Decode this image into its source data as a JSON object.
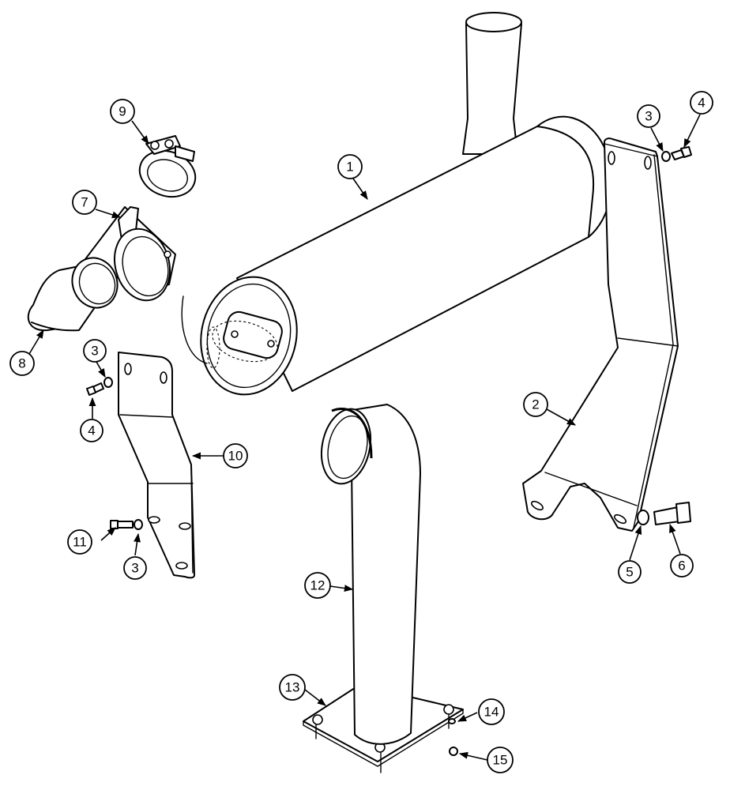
{
  "callouts": {
    "c1": "1",
    "c2": "2",
    "c3a": "3",
    "c3b": "3",
    "c3c": "3",
    "c4a": "4",
    "c4b": "4",
    "c5": "5",
    "c6": "6",
    "c7": "7",
    "c8": "8",
    "c9": "9",
    "c10": "10",
    "c11": "11",
    "c12": "12",
    "c13": "13",
    "c14": "14",
    "c15": "15"
  }
}
